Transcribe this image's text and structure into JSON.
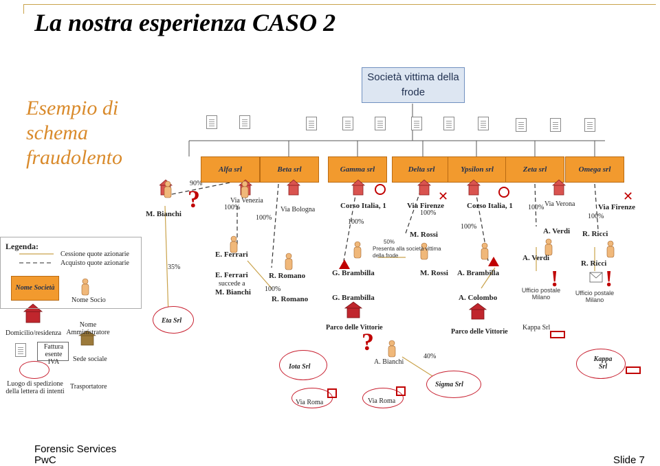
{
  "title": "La nostra esperienza  CASO 2",
  "subtitle": "Esempio di schema fraudolento",
  "root_label": "Società vittima della frode",
  "companies": [
    {
      "name": "Alfa srl"
    },
    {
      "name": "Beta srl"
    },
    {
      "name": "Gamma srl"
    },
    {
      "name": "Delta srl"
    },
    {
      "name": "Ypsilon srl"
    },
    {
      "name": "Zeta srl"
    },
    {
      "name": "Omega srl"
    }
  ],
  "addresses": {
    "alfa": "Via Venezia",
    "beta": "Via Bologna",
    "gamma": "Corso Italia, 1",
    "delta": "Via Firenze",
    "ypsilon": "Corso Italia, 1",
    "zeta": "Via Verona",
    "omega": "Via Firenze",
    "parco1": "Parco delle Vittorie",
    "parco2": "Parco delle Vittorie",
    "via_roma1": "Via Roma",
    "via_roma2": "Via Roma",
    "ufficio1": "Ufficio postale Milano",
    "ufficio2": "Ufficio postale Milano"
  },
  "percentages": {
    "p90": "90%",
    "p35": "35%",
    "alfa": "100%",
    "alfa2": "100%",
    "beta": "100%",
    "gamma": "100%",
    "delta": "100%",
    "delta_half": "50%",
    "ypsilon": "100%",
    "zeta": "100%",
    "omega": "100%",
    "sigma": "40%"
  },
  "people": {
    "bianchi_top": "M. Bianchi",
    "ferrari1": "E. Ferrari",
    "ferrari2": "E. Ferrari",
    "succede_a": "succede a",
    "bianchi_succ": "M. Bianchi",
    "romano1": "R. Romano",
    "romano2": "R. Romano",
    "brambilla1": "G. Brambilla",
    "brambilla2": "G. Brambilla",
    "rossi1": "M. Rossi",
    "rossi2": "M. Rossi",
    "brambilla_a": "A. Brambilla",
    "colombo": "A. Colombo",
    "verdi1": "A. Verdi",
    "verdi2": "A. Verdi",
    "ricci1": "R. Ricci",
    "ricci2": "R. Ricci",
    "bianchi_a": "A. Bianchi"
  },
  "notes": {
    "presenta": "Presenta alla società vittima della frode"
  },
  "bottom_companies": {
    "eta": "Eta Srl",
    "iota": "Iota Srl",
    "sigma": "Sigma Srl",
    "kappa_carrier": "Kappa Srl",
    "kappa": "Kappa Srl"
  },
  "legend": {
    "title": "Legenda:",
    "share_transfer": "Cessione quote azionarie",
    "share_purchase": "Acquisto quote azionarie",
    "company_name": "Nome Società",
    "partner_name": "Nome Socio",
    "residence": "Domicilio/residenza",
    "administrator": "Nome Amministratore",
    "invoice": "Fattura esente IVA",
    "registered_office": "Sede sociale",
    "shipping": "Luogo di spedizione della lettera di intenti",
    "carrier": "Trasportatore"
  },
  "footer": {
    "dept": "Forensic Services",
    "brand": "PwC",
    "slide": "Slide 7"
  },
  "colors": {
    "accent": "#f29a2e",
    "alert": "#c00000",
    "subtitle": "#d98a2b",
    "root_fill": "#dde6f2"
  }
}
